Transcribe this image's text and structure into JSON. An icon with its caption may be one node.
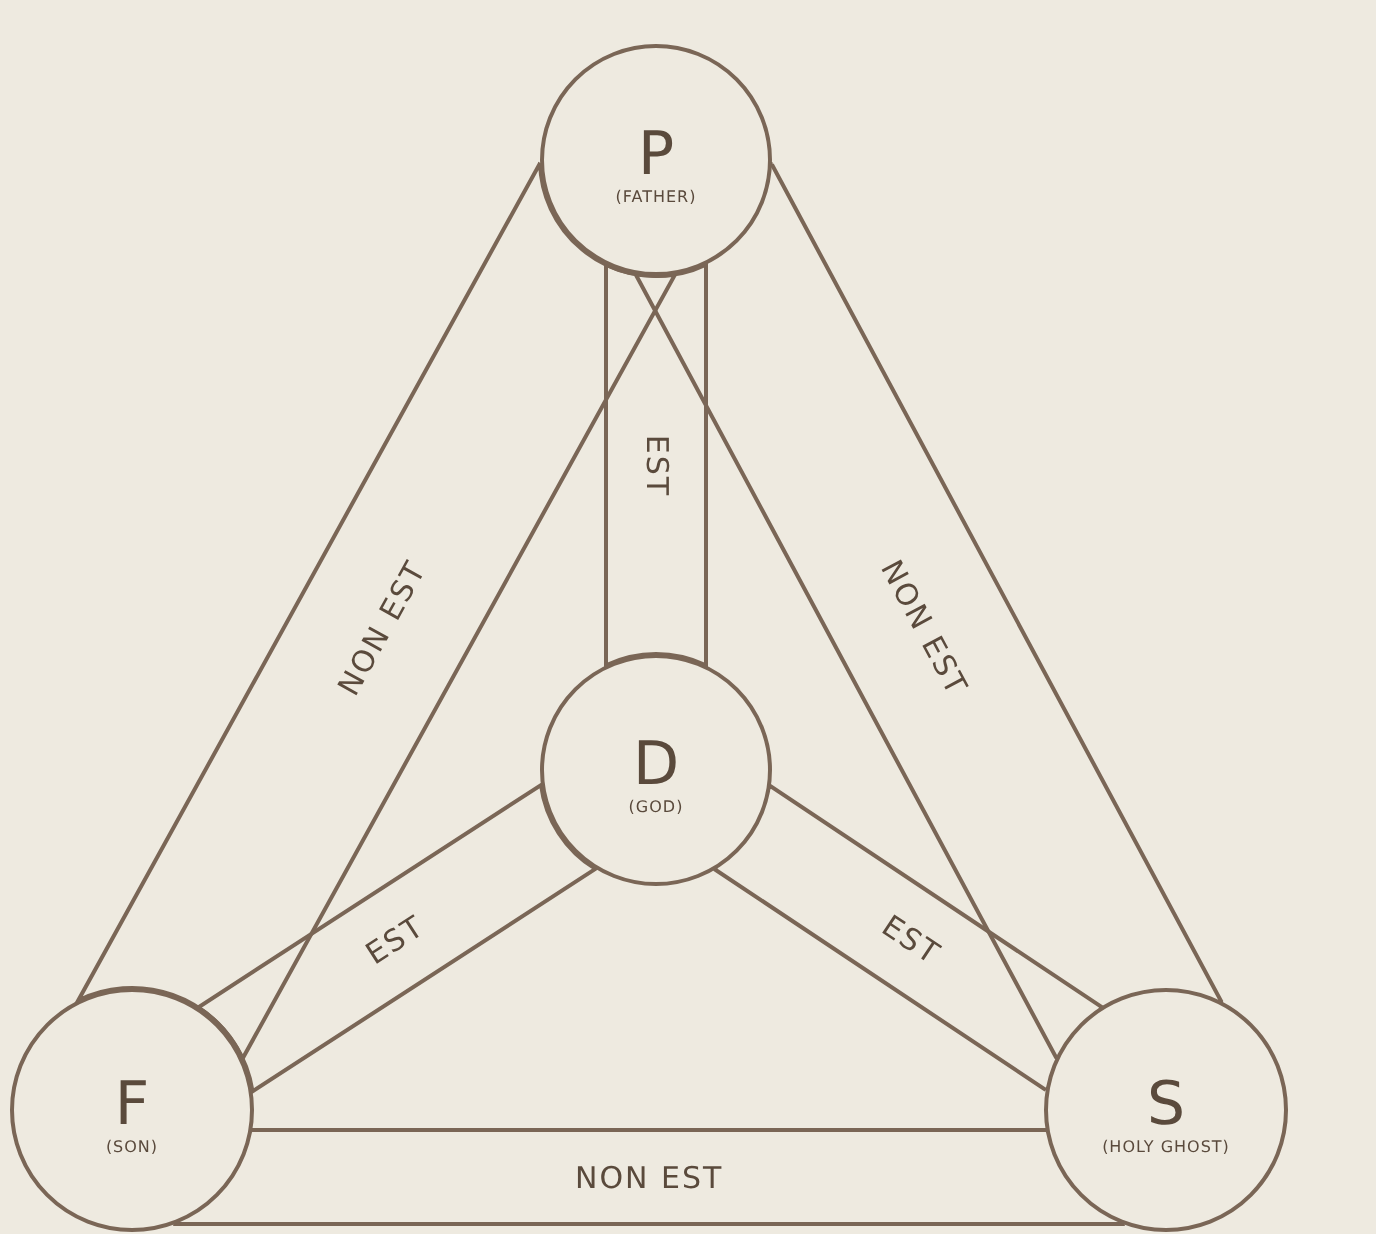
{
  "diagram": {
    "nodes": [
      {
        "text": [
          "P",
          "(FATHER)"
        ]
      },
      {
        "text": [
          "D",
          "(GOD)"
        ]
      },
      {
        "text": [
          "F",
          "(SON)"
        ]
      },
      {
        "text": [
          "S",
          "(HOLY GHOST)"
        ]
      }
    ],
    "edges": [
      {
        "from": 0,
        "to": 2,
        "arrow": "none",
        "label": "NON EST"
      },
      {
        "from": 0,
        "to": 3,
        "arrow": "none",
        "label": "NON EST"
      },
      {
        "from": 0,
        "to": 1,
        "arrow": "none",
        "label": "EST"
      },
      {
        "from": 2,
        "to": 1,
        "arrow": "none",
        "label": "EST"
      },
      {
        "from": 3,
        "to": 1,
        "arrow": "none",
        "label": "EST"
      },
      {
        "from": 2,
        "to": 3,
        "arrow": "none",
        "label": "NON EST"
      }
    ]
  }
}
